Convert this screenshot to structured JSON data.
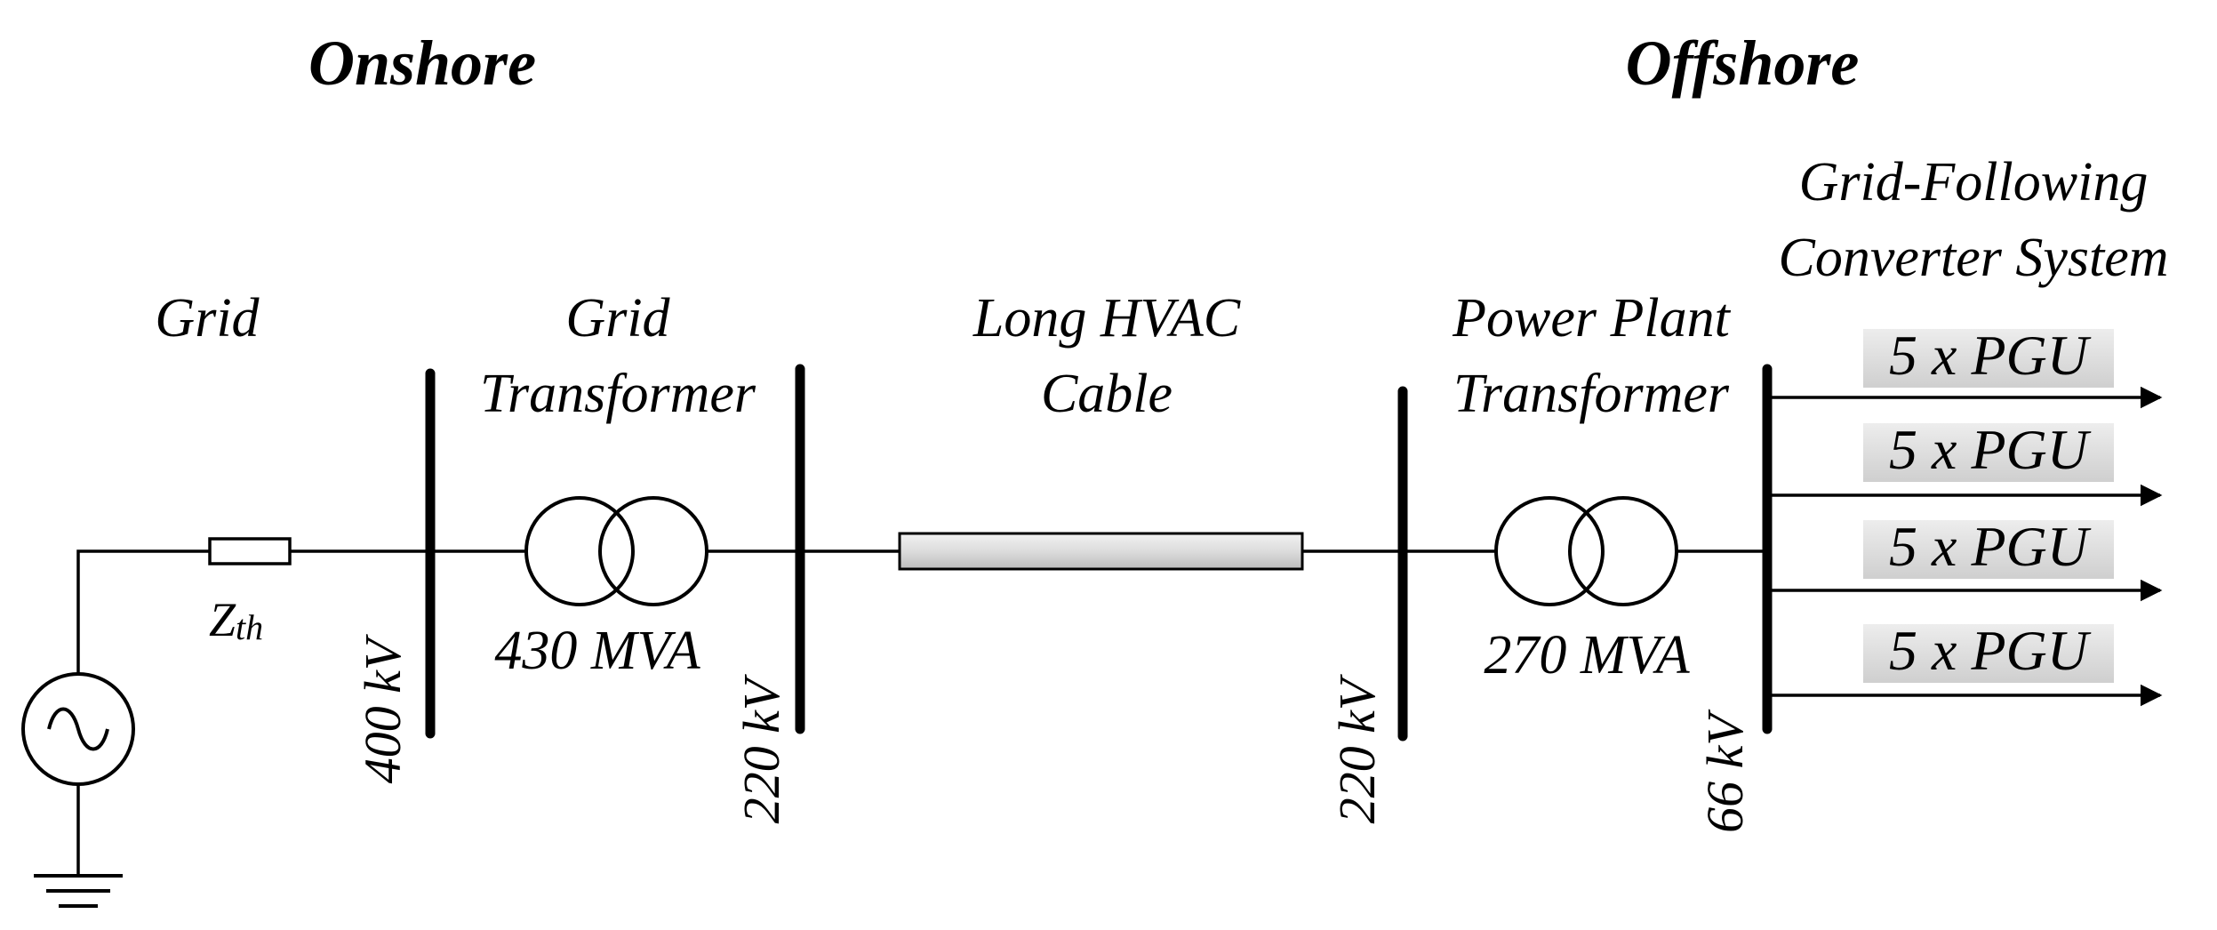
{
  "headers": {
    "onshore": "Onshore",
    "offshore": "Offshore"
  },
  "labels": {
    "grid": "Grid",
    "grid_transformer_line1": "Grid",
    "grid_transformer_line2": "Transformer",
    "cable_line1": "Long HVAC",
    "cable_line2": "Cable",
    "ppt_line1": "Power Plant",
    "ppt_line2": "Transformer",
    "converter_line1": "Grid-Following",
    "converter_line2": "Converter System"
  },
  "impedance": {
    "base": "Z",
    "sub": "th"
  },
  "ratings": {
    "grid_transformer": "430 MVA",
    "ppt_transformer": "270 MVA"
  },
  "voltages": {
    "bus1": "400 kV",
    "bus2": "220 kV",
    "bus3": "220 kV",
    "bus4": "66 kV"
  },
  "pgu_units": [
    "5 x PGU",
    "5 x PGU",
    "5 x PGU",
    "5 x PGU"
  ],
  "colors": {
    "cable_fill": "#dcdcdc",
    "pgu_box_fill": "#d9d9d9"
  }
}
